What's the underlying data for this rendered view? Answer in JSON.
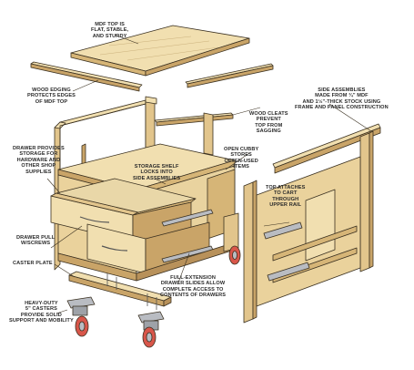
{
  "labels": {
    "mdf_top": "MDF TOP IS\nFLAT, STABLE,\nAND STURDY",
    "edging": "WOOD EDGING\nPROTECTS EDGES\nOF MDF TOP",
    "side_assemblies": "SIDE ASSEMBLIES\nMADE FROM ¾\" MDF\nAND 1½\"-THICK STOCK USING\nFRAME AND PANEL CONSTRUCTION",
    "cleats": "WOOD CLEATS\nPREVENT\nTOP FROM\nSAGGING",
    "drawer": "DRAWER PROVIDES\nSTORAGE FOR\nHARDWARE AND\nOTHER SHOP\nSUPPLIES",
    "cubby": "OPEN CUBBY\nSTORES\nOFTEN-USED\nITEMS",
    "shelf": "STORAGE SHELF\nLOCKS INTO\nSIDE ASSEMBLIES",
    "top_attaches": "TOP ATTACHES\nTO CART\nTHROUGH\nUPPER RAIL",
    "pull": "DRAWER PULL\nw/SCREWS",
    "caster_plate": "CASTER PLATE",
    "slides": "FULL-EXTENSION\nDRAWER SLIDES ALLOW\nCOMPLETE ACCESS TO\nCONTENTS OF DRAWERS",
    "casters": "HEAVY-DUTY\n5\" CASTERS\nPROVIDE SOLID\nSUPPORT AND MOBILITY"
  },
  "colors": {
    "wood_light": "#f1dfb0",
    "wood_mid": "#e2c58c",
    "wood_dark": "#c9a468",
    "outline": "#3a3020",
    "metal": "#b9bcc2",
    "wheel": "#d8564a",
    "text": "#2a2a2a"
  }
}
